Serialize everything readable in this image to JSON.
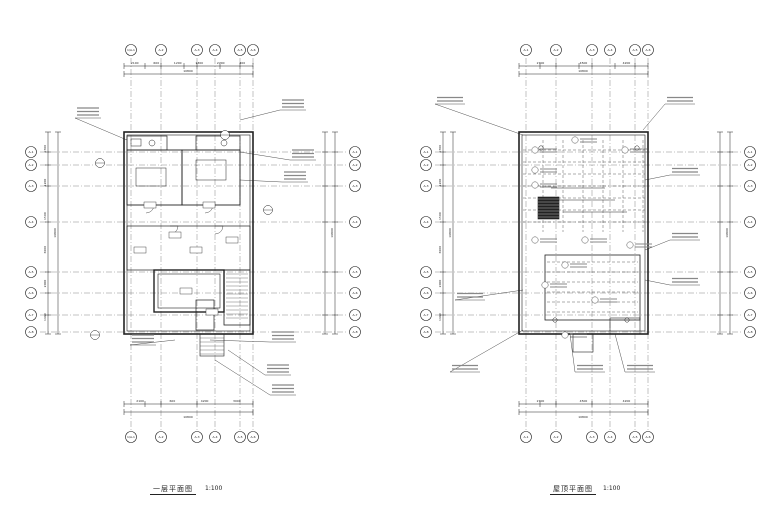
{
  "sheet": {
    "plans": [
      {
        "id": "left",
        "title": "一层平面图",
        "scale": "1:100",
        "grid_cols": [
          "1/A-1",
          "A-2",
          "A-3",
          "A-4",
          "A-5",
          "A-6"
        ],
        "grid_rows": [
          "A-1",
          "A-2",
          "A-3",
          "A-4",
          "A-5",
          "A-6",
          "A-7",
          "A-8"
        ],
        "top_dims": [
          "2100",
          "600",
          "1200",
          "1300",
          "2700",
          "300"
        ],
        "bottom_dims": [
          "2100",
          "600",
          "4200",
          "3000"
        ],
        "bottom_total": "10800",
        "top_total": "10800",
        "left_dims": [
          "1700",
          "1200",
          "1500",
          "3600",
          "2000",
          "1400"
        ],
        "left_total": "16800"
      },
      {
        "id": "right",
        "title": "屋顶平面图",
        "scale": "1:100",
        "grid_cols": [
          "A-1",
          "A-2",
          "A-3",
          "A-4",
          "A-5",
          "A-6"
        ],
        "grid_rows": [
          "A-1",
          "A-2",
          "A-3",
          "A-4",
          "A-5",
          "A-6",
          "A-7",
          "A-8"
        ],
        "top_dims": [
          "2700",
          "4500",
          "4200"
        ],
        "bottom_dims": [
          "2700",
          "4500",
          "4200"
        ],
        "bottom_total": "10800",
        "top_total": "10800",
        "left_dims": [
          "1700",
          "1200",
          "1500",
          "3600",
          "2000",
          "1400"
        ],
        "left_total": "16800"
      }
    ]
  }
}
